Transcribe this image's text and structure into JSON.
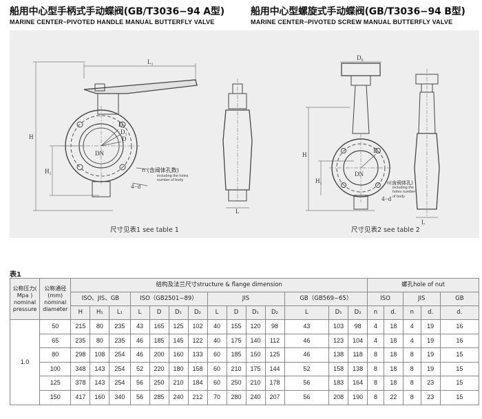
{
  "titles": {
    "a_cn": "船用中心型手柄式手动蝶阀(GB/T3036−94 A型)",
    "a_en": "MARINE CENTER−PIVOTED HANDLE MANUAL BUTTERFLY VALVE",
    "b_cn": "船用中心型螺旋式手动蝶阀(GB/T3036−94 B型)",
    "b_en": "MARINE CENTER−PIVOTED SCREW MANUAL BUTTERFLY VALVE"
  },
  "drawing_labels": {
    "L1": "L₁",
    "H": "H",
    "H1": "H₁",
    "D2": "D₂",
    "D1": "D₁",
    "D": "D",
    "DN": "DN",
    "n_a": "n (含阀体孔数)",
    "holes_note_a": "including the holes number of body",
    "four_d": "4−d",
    "L": "L",
    "D0": "D₀",
    "n_b": "n(含阀体孔)",
    "holes_note_b": "including the holes number of body"
  },
  "captions": {
    "fig1": "尺寸见表1 see table 1",
    "fig2": "尺寸见表2 see table 2"
  },
  "table": {
    "label": "表1",
    "header": {
      "pressure": "公称压力( Mpa ) nominal pressure",
      "diameter": "公称通径(mm) nominal diameter",
      "structure": "结构及法兰尺寸structure & flange dimension",
      "nut": "螺孔hole of nut",
      "group_iso_jis_gb": "ISO、JIS、GB",
      "group_iso_gb2501": "ISO（GB2501−89）",
      "group_jis": "JIS",
      "group_gb569": "GB（GB569−65）",
      "group_iso": "ISO",
      "group_jis2": "JIS",
      "group_gb": "GB",
      "sub": [
        "H",
        "H₁",
        "L₁",
        "L",
        "D",
        "D₁",
        "D₂",
        "L",
        "D",
        "D₁",
        "D₂",
        "L",
        "D₁",
        "D₂",
        "n",
        "d.",
        "n",
        "d.",
        "d."
      ]
    },
    "pressure_value": "1.0",
    "rows": [
      [
        "50",
        "215",
        "80",
        "235",
        "43",
        "165",
        "125",
        "102",
        "40",
        "155",
        "120",
        "98",
        "43",
        "103",
        "98",
        "4",
        "18",
        "4",
        "19",
        "16"
      ],
      [
        "65",
        "235",
        "80",
        "235",
        "46",
        "185",
        "145",
        "122",
        "40",
        "175",
        "140",
        "112",
        "46",
        "123",
        "104",
        "4",
        "18",
        "4",
        "19",
        "16"
      ],
      [
        "80",
        "298",
        "108",
        "254",
        "46",
        "200",
        "160",
        "133",
        "60",
        "185",
        "150",
        "125",
        "46",
        "138",
        "118",
        "8",
        "18",
        "8",
        "19",
        "15"
      ],
      [
        "100",
        "348",
        "143",
        "254",
        "52",
        "220",
        "180",
        "158",
        "60",
        "210",
        "175",
        "144",
        "52",
        "158",
        "138",
        "8",
        "18",
        "8",
        "19",
        "15"
      ],
      [
        "125",
        "378",
        "143",
        "254",
        "56",
        "250",
        "210",
        "184",
        "60",
        "250",
        "210",
        "178",
        "56",
        "183",
        "164",
        "8",
        "18",
        "8",
        "23",
        "15"
      ],
      [
        "150",
        "417",
        "160",
        "340",
        "56",
        "285",
        "240",
        "212",
        "70",
        "280",
        "240",
        "207",
        "56",
        "208",
        "190",
        "8",
        "22",
        "8",
        "23",
        "15"
      ]
    ]
  }
}
